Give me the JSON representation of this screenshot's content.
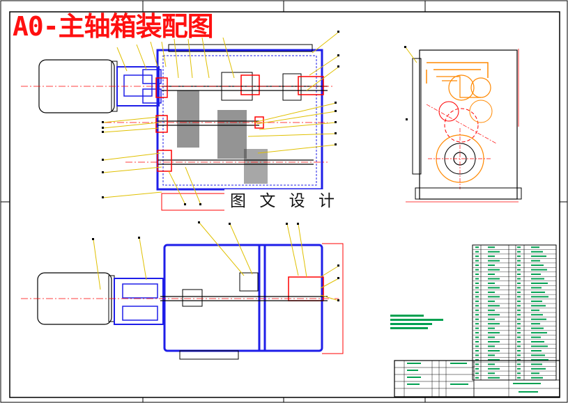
{
  "title": "A0-主轴箱装配图",
  "watermark": "图 文 设 计",
  "colors": {
    "frame": "#000000",
    "housing": "#1e1ee8",
    "section_red": "#ff0000",
    "leader_yellow": "#e0c000",
    "gear_orange": "#ff8800",
    "table_green": "#00a050",
    "title_red": "#ff1010"
  },
  "views": [
    {
      "name": "front-section-view"
    },
    {
      "name": "top-section-view"
    },
    {
      "name": "side-view"
    }
  ]
}
